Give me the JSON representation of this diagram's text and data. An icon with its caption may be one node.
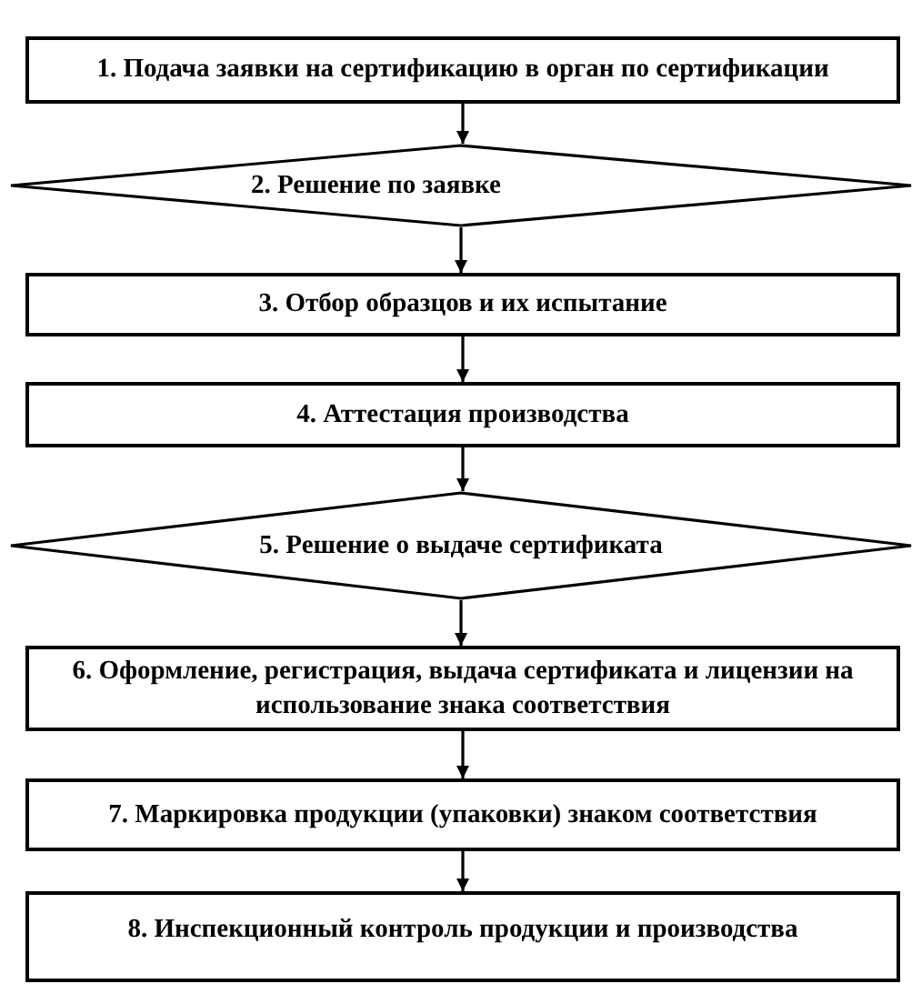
{
  "diagram": {
    "nodes": [
      {
        "text": [
          "1. Подача заявки на сертификацию в орган по сертификации"
        ]
      },
      {
        "text": [
          "2. Решение по заявке"
        ]
      },
      {
        "text": [
          "3. Отбор образцов и их испытание"
        ]
      },
      {
        "text": [
          "4. Аттестация производства"
        ]
      },
      {
        "text": [
          "5. Решение о выдаче сертификата"
        ]
      },
      {
        "text": [
          "6. Оформление, регистрация, выдача сертификата и лицензии на использование знака соответствия"
        ]
      },
      {
        "text": [
          "7. Маркировка продукции (упаковки) знаком соответствия"
        ]
      },
      {
        "text": [
          "8. Инспекционный контроль продукции и производства"
        ]
      }
    ],
    "edges": [
      {
        "from": 0,
        "to": 1,
        "arrow": "to"
      },
      {
        "from": 1,
        "to": 2,
        "arrow": "to"
      },
      {
        "from": 2,
        "to": 3,
        "arrow": "to"
      },
      {
        "from": 3,
        "to": 4,
        "arrow": "to"
      },
      {
        "from": 4,
        "to": 5,
        "arrow": "to"
      },
      {
        "from": 5,
        "to": 6,
        "arrow": "to"
      },
      {
        "from": 6,
        "to": 7,
        "arrow": "to"
      }
    ]
  }
}
